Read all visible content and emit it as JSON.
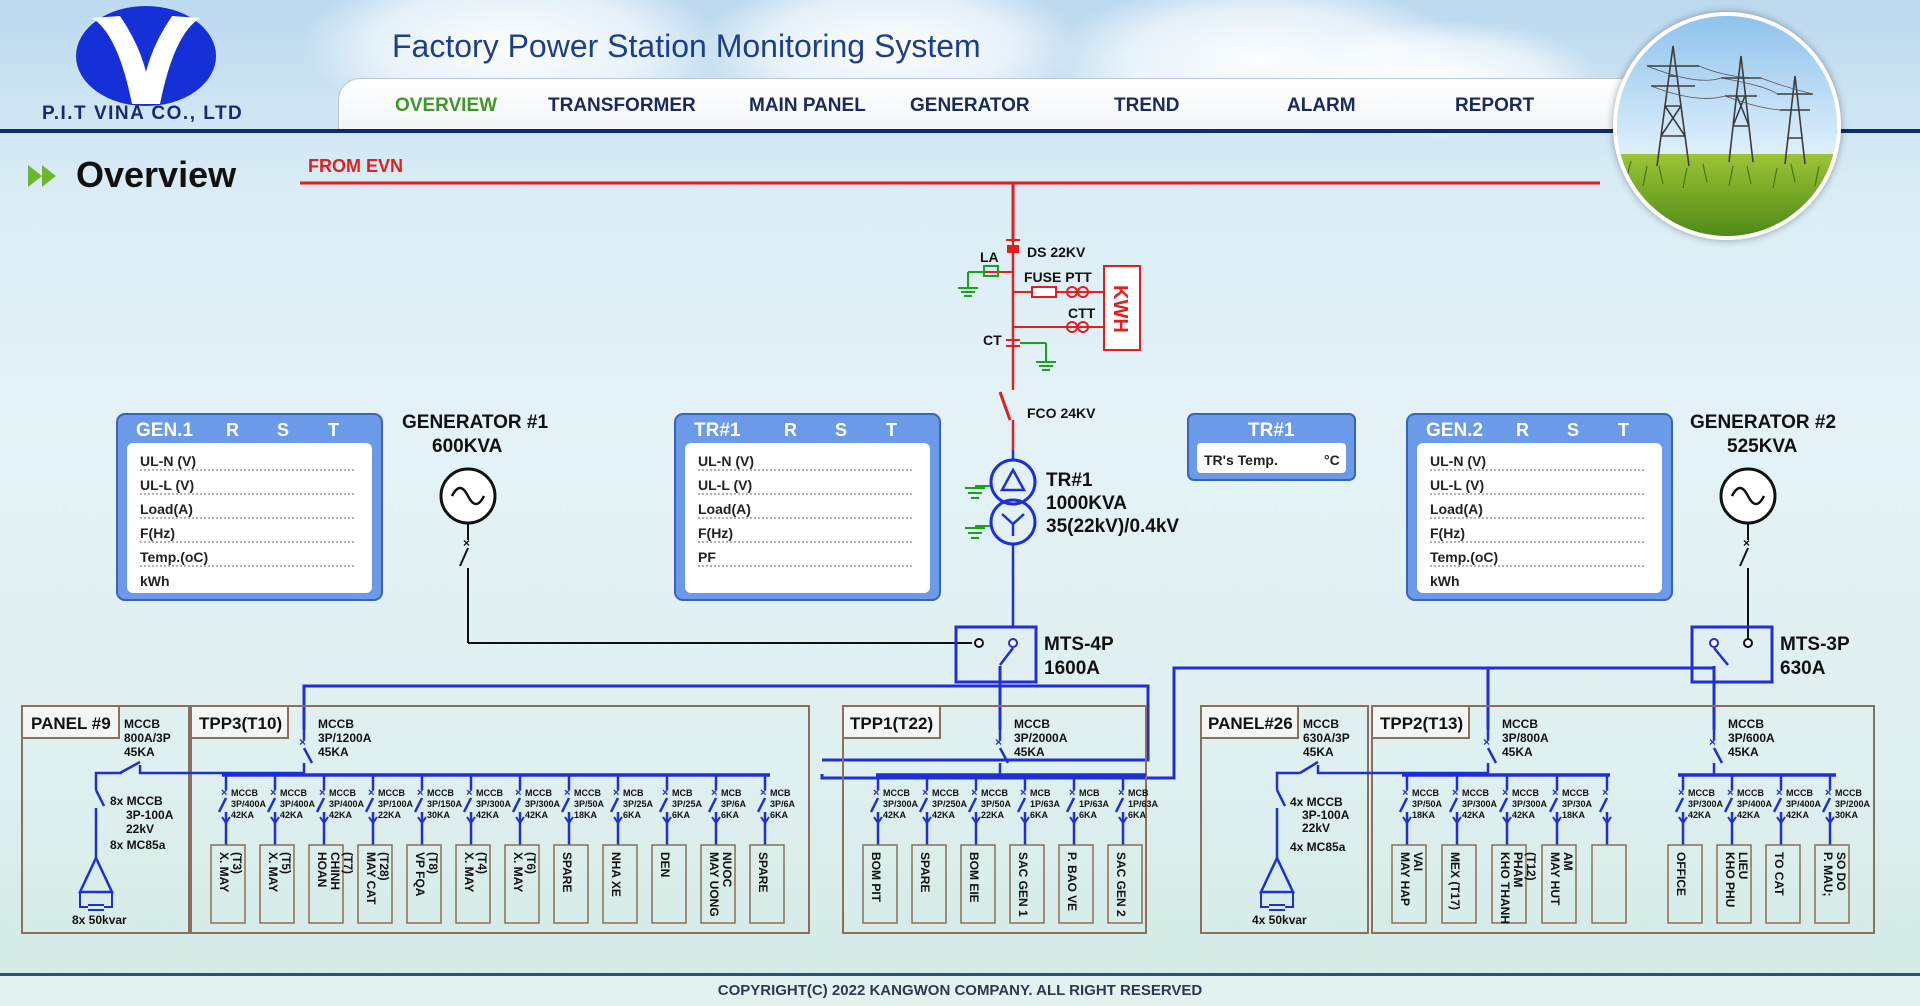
{
  "company": {
    "name": "P.I.T VINA CO., LTD"
  },
  "app": {
    "title": "Factory Power Station Monitoring System"
  },
  "nav": {
    "tabs": [
      "OVERVIEW",
      "TRANSFORMER",
      "MAIN PANEL",
      "GENERATOR",
      "TREND",
      "ALARM",
      "REPORT"
    ],
    "active": "OVERVIEW"
  },
  "page": {
    "title": "Overview"
  },
  "colors": {
    "supply": "#e02020",
    "busbar": "#1f2ed6",
    "panel_border": "#8b6f5a",
    "ground": "#19a31a",
    "meter_frame": "#6b9ae8"
  },
  "supply": {
    "label": "FROM EVN",
    "ds": "DS 22KV",
    "la": "LA",
    "fuse_ptt": "FUSE PTT",
    "ctt": "CTT",
    "ct": "CT",
    "kwh": "KWH",
    "fco": "FCO 24KV"
  },
  "transformer": {
    "name": "TR#1",
    "rating": "1000KVA",
    "ratio": "35(22kV)/0.4kV"
  },
  "meters": {
    "gen1": {
      "title": "GEN.1",
      "phases": [
        "R",
        "S",
        "T"
      ],
      "rows": [
        "UL-N (V)",
        "UL-L (V)",
        "Load(A)",
        "F(Hz)",
        "Temp.(oC)",
        "kWh"
      ]
    },
    "tr1": {
      "title": "TR#1",
      "phases": [
        "R",
        "S",
        "T"
      ],
      "rows": [
        "UL-N (V)",
        "UL-L (V)",
        "Load(A)",
        "F(Hz)",
        "PF"
      ]
    },
    "trtemp": {
      "title": "TR#1",
      "label": "TR's Temp.",
      "unit": "°C"
    },
    "gen2": {
      "title": "GEN.2",
      "phases": [
        "R",
        "S",
        "T"
      ],
      "rows": [
        "UL-N (V)",
        "UL-L (V)",
        "Load(A)",
        "F(Hz)",
        "Temp.(oC)",
        "kWh"
      ]
    }
  },
  "generators": {
    "gen1": {
      "name": "GENERATOR #1",
      "rating": "600KVA"
    },
    "gen2": {
      "name": "GENERATOR #2",
      "rating": "525KVA"
    }
  },
  "mts": {
    "mts4p": {
      "name": "MTS-4P",
      "rating": "1600A"
    },
    "mts3p": {
      "name": "MTS-3P",
      "rating": "630A"
    }
  },
  "panels": {
    "panel9": {
      "title": "PANEL #9",
      "main": [
        "MCCB",
        "800A/3P",
        "45KA"
      ],
      "sub": [
        "8x MCCB",
        "3P-100A",
        "22kV"
      ],
      "mc": "8x MC85a",
      "cap": "8x 50kvar"
    },
    "tpp3": {
      "title": "TPP3(T10)",
      "main": [
        "MCCB",
        "3P/1200A",
        "45KA"
      ],
      "feeders": [
        {
          "spec": [
            "MCCB",
            "3P/400A",
            "42KA"
          ],
          "name": "X. MAY (T3)"
        },
        {
          "spec": [
            "MCCB",
            "3P/400A",
            "42KA"
          ],
          "name": "X. MAY (T5)"
        },
        {
          "spec": [
            "MCCB",
            "3P/400A",
            "42KA"
          ],
          "name": "HOAN CHINH (T7)"
        },
        {
          "spec": [
            "MCCB",
            "3P/100A",
            "22KA"
          ],
          "name": "MAY CAT (T28)"
        },
        {
          "spec": [
            "MCCB",
            "3P/150A",
            "30KA"
          ],
          "name": "VP FQA (T8)"
        },
        {
          "spec": [
            "MCCB",
            "3P/300A",
            "42KA"
          ],
          "name": "X. MAY (T4)"
        },
        {
          "spec": [
            "MCCB",
            "3P/300A",
            "42KA"
          ],
          "name": "X. MAY (T6)"
        },
        {
          "spec": [
            "MCCB",
            "3P/50A",
            "18KA"
          ],
          "name": "SPARE"
        },
        {
          "spec": [
            "MCB",
            "3P/25A",
            "6KA"
          ],
          "name": "NHA XE"
        },
        {
          "spec": [
            "MCB",
            "3P/25A",
            "6KA"
          ],
          "name": "DEN"
        },
        {
          "spec": [
            "MCB",
            "3P/6A",
            "6KA"
          ],
          "name": "MAY UONG NUOC"
        },
        {
          "spec": [
            "MCB",
            "3P/6A",
            "6KA"
          ],
          "name": "SPARE"
        }
      ]
    },
    "tpp1": {
      "title": "TPP1(T22)",
      "main": [
        "MCCB",
        "3P/2000A",
        "45KA"
      ],
      "feeders": [
        {
          "spec": [
            "MCCB",
            "3P/300A",
            "42KA"
          ],
          "name": "BOM PIT"
        },
        {
          "spec": [
            "MCCB",
            "3P/250A",
            "42KA"
          ],
          "name": "SPARE"
        },
        {
          "spec": [
            "MCCB",
            "3P/50A",
            "22KA"
          ],
          "name": "BOM EIE"
        },
        {
          "spec": [
            "MCB",
            "1P/63A",
            "6KA"
          ],
          "name": "SAC GEN 1"
        },
        {
          "spec": [
            "MCB",
            "1P/63A",
            "6KA"
          ],
          "name": "P. BAO VE"
        },
        {
          "spec": [
            "MCB",
            "1P/63A",
            "6KA"
          ],
          "name": "SAC GEN 2"
        }
      ]
    },
    "panel26": {
      "title": "PANEL#26",
      "main": [
        "MCCB",
        "630A/3P",
        "45KA"
      ],
      "sub": [
        "4x MCCB",
        "3P-100A",
        "22kV"
      ],
      "mc": "4x MC85a",
      "cap": "4x 50kvar"
    },
    "tpp2": {
      "title": "TPP2(T13)",
      "main": [
        "MCCB",
        "3P/800A",
        "45KA"
      ],
      "feeders": [
        {
          "spec": [
            "MCCB",
            "3P/50A",
            "18KA"
          ],
          "name": "MAY HAP VAI"
        },
        {
          "spec": [
            "MCCB",
            "3P/300A",
            "42KA"
          ],
          "name": "MEX (T17)"
        },
        {
          "spec": [
            "MCCB",
            "3P/300A",
            "42KA"
          ],
          "name": "KHO THANH PHAM (T12)"
        },
        {
          "spec": [
            "MCCB",
            "3P/30A",
            "18KA"
          ],
          "name": "MAY HUT AM"
        },
        {
          "spec": [
            "",
            "",
            ""
          ],
          "name": ""
        }
      ]
    },
    "mts3pPanel": {
      "main": [
        "MCCB",
        "3P/600A",
        "45KA"
      ],
      "feeders": [
        {
          "spec": [
            "MCCB",
            "3P/300A",
            "42KA"
          ],
          "name": "OFFICE"
        },
        {
          "spec": [
            "MCCB",
            "3P/400A",
            "42KA"
          ],
          "name": "KHO PHU LIEU"
        },
        {
          "spec": [
            "MCCB",
            "3P/400A",
            "42KA"
          ],
          "name": "TO CAT"
        },
        {
          "spec": [
            "MCCB",
            "3P/200A",
            "30KA"
          ],
          "name": "P. MAU; SO DO"
        }
      ]
    }
  },
  "footer": {
    "copyright": "COPYRIGHT(C) 2022 KANGWON COMPANY. ALL RIGHT RESERVED"
  }
}
